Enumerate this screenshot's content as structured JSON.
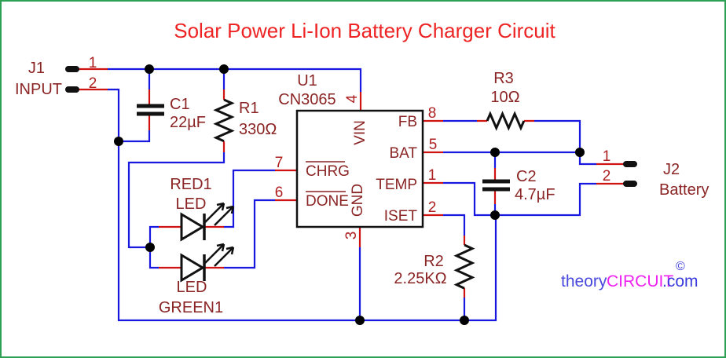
{
  "title": "Solar Power Li-Ion Battery Charger Circuit",
  "connectors": {
    "j1": {
      "ref": "J1",
      "label": "INPUT",
      "pin1": "1",
      "pin2": "2"
    },
    "j2": {
      "ref": "J2",
      "label": "Battery",
      "pin1": "1",
      "pin2": "2"
    }
  },
  "components": {
    "c1": {
      "ref": "C1",
      "value": "22µF"
    },
    "r1": {
      "ref": "R1",
      "value": "330Ω"
    },
    "r2": {
      "ref": "R2",
      "value": "2.25KΩ"
    },
    "r3": {
      "ref": "R3",
      "value": "10Ω"
    },
    "c2": {
      "ref": "C2",
      "value": "4.7µF"
    },
    "led_red": {
      "ref": "RED1",
      "type": "LED"
    },
    "led_green": {
      "ref": "GREEN1",
      "type": "LED"
    }
  },
  "ic": {
    "ref": "U1",
    "part": "CN3065",
    "pins": {
      "vin": {
        "name": "VIN",
        "number": "4"
      },
      "fb": {
        "name": "FB",
        "number": "8"
      },
      "bat": {
        "name": "BAT",
        "number": "5"
      },
      "chrg": {
        "name": "CHRG",
        "number": "7"
      },
      "done": {
        "name": "DONE",
        "number": "6"
      },
      "temp": {
        "name": "TEMP",
        "number": "1"
      },
      "iset": {
        "name": "ISET",
        "number": "2"
      },
      "gnd": {
        "name": "GND",
        "number": "3"
      }
    }
  },
  "watermark": {
    "part1": "theory",
    "part2": "CIRCUIT",
    "part3": ".com",
    "copyright": "©"
  },
  "colors": {
    "border": "#2fa156",
    "wire": "#1818e0",
    "lead": "#cf1313",
    "label": "#8b2424",
    "title": "#ee2424",
    "watermark_blue": "#4949dd",
    "watermark_magenta": "#ee22ee"
  }
}
